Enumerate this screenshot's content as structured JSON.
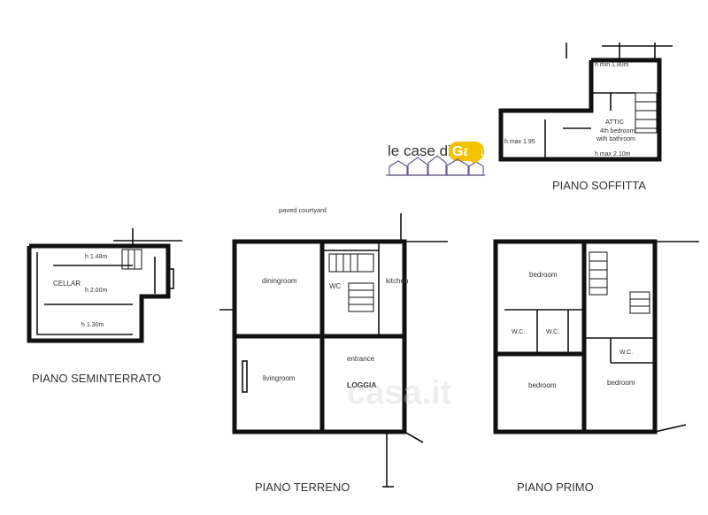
{
  "logo": {
    "text_left": "le case di",
    "text_right": "Gaia",
    "accent_color": "#f2c200"
  },
  "watermark": "casa.it",
  "floors": {
    "soffitta": {
      "title": "PIANO  SOFFITTA",
      "h_min": "h  min  1.80m",
      "h_max_left": "h  max  1.95",
      "attic": "ATTIC",
      "attic_line2": "4th bedroom",
      "attic_line3": "with bathroom",
      "h_max_right": "h  max  2.10m"
    },
    "seminterrato": {
      "title": "PIANO  SEMINTERRATO",
      "cellar": "CELLAR",
      "h1": "h  1.48m",
      "h2": "h  2.00m",
      "h3": "h  1.30m"
    },
    "terreno": {
      "title": "PIANO  TERRENO",
      "courtyard": "paved courtyard",
      "diningroom": "diningroom",
      "wc": "WC",
      "kitchen": "kitchen",
      "entrance": "entrance",
      "livingroom": "livingroom",
      "loggia": "LOGGIA"
    },
    "primo": {
      "title": "PIANO  PRIMO",
      "bedroom_top": "bedroom",
      "wc1": "W.C.",
      "wc2": "W.C.",
      "wc3": "W.C.",
      "bedroom_left": "bedroom",
      "bedroom_right": "bedroom"
    }
  }
}
